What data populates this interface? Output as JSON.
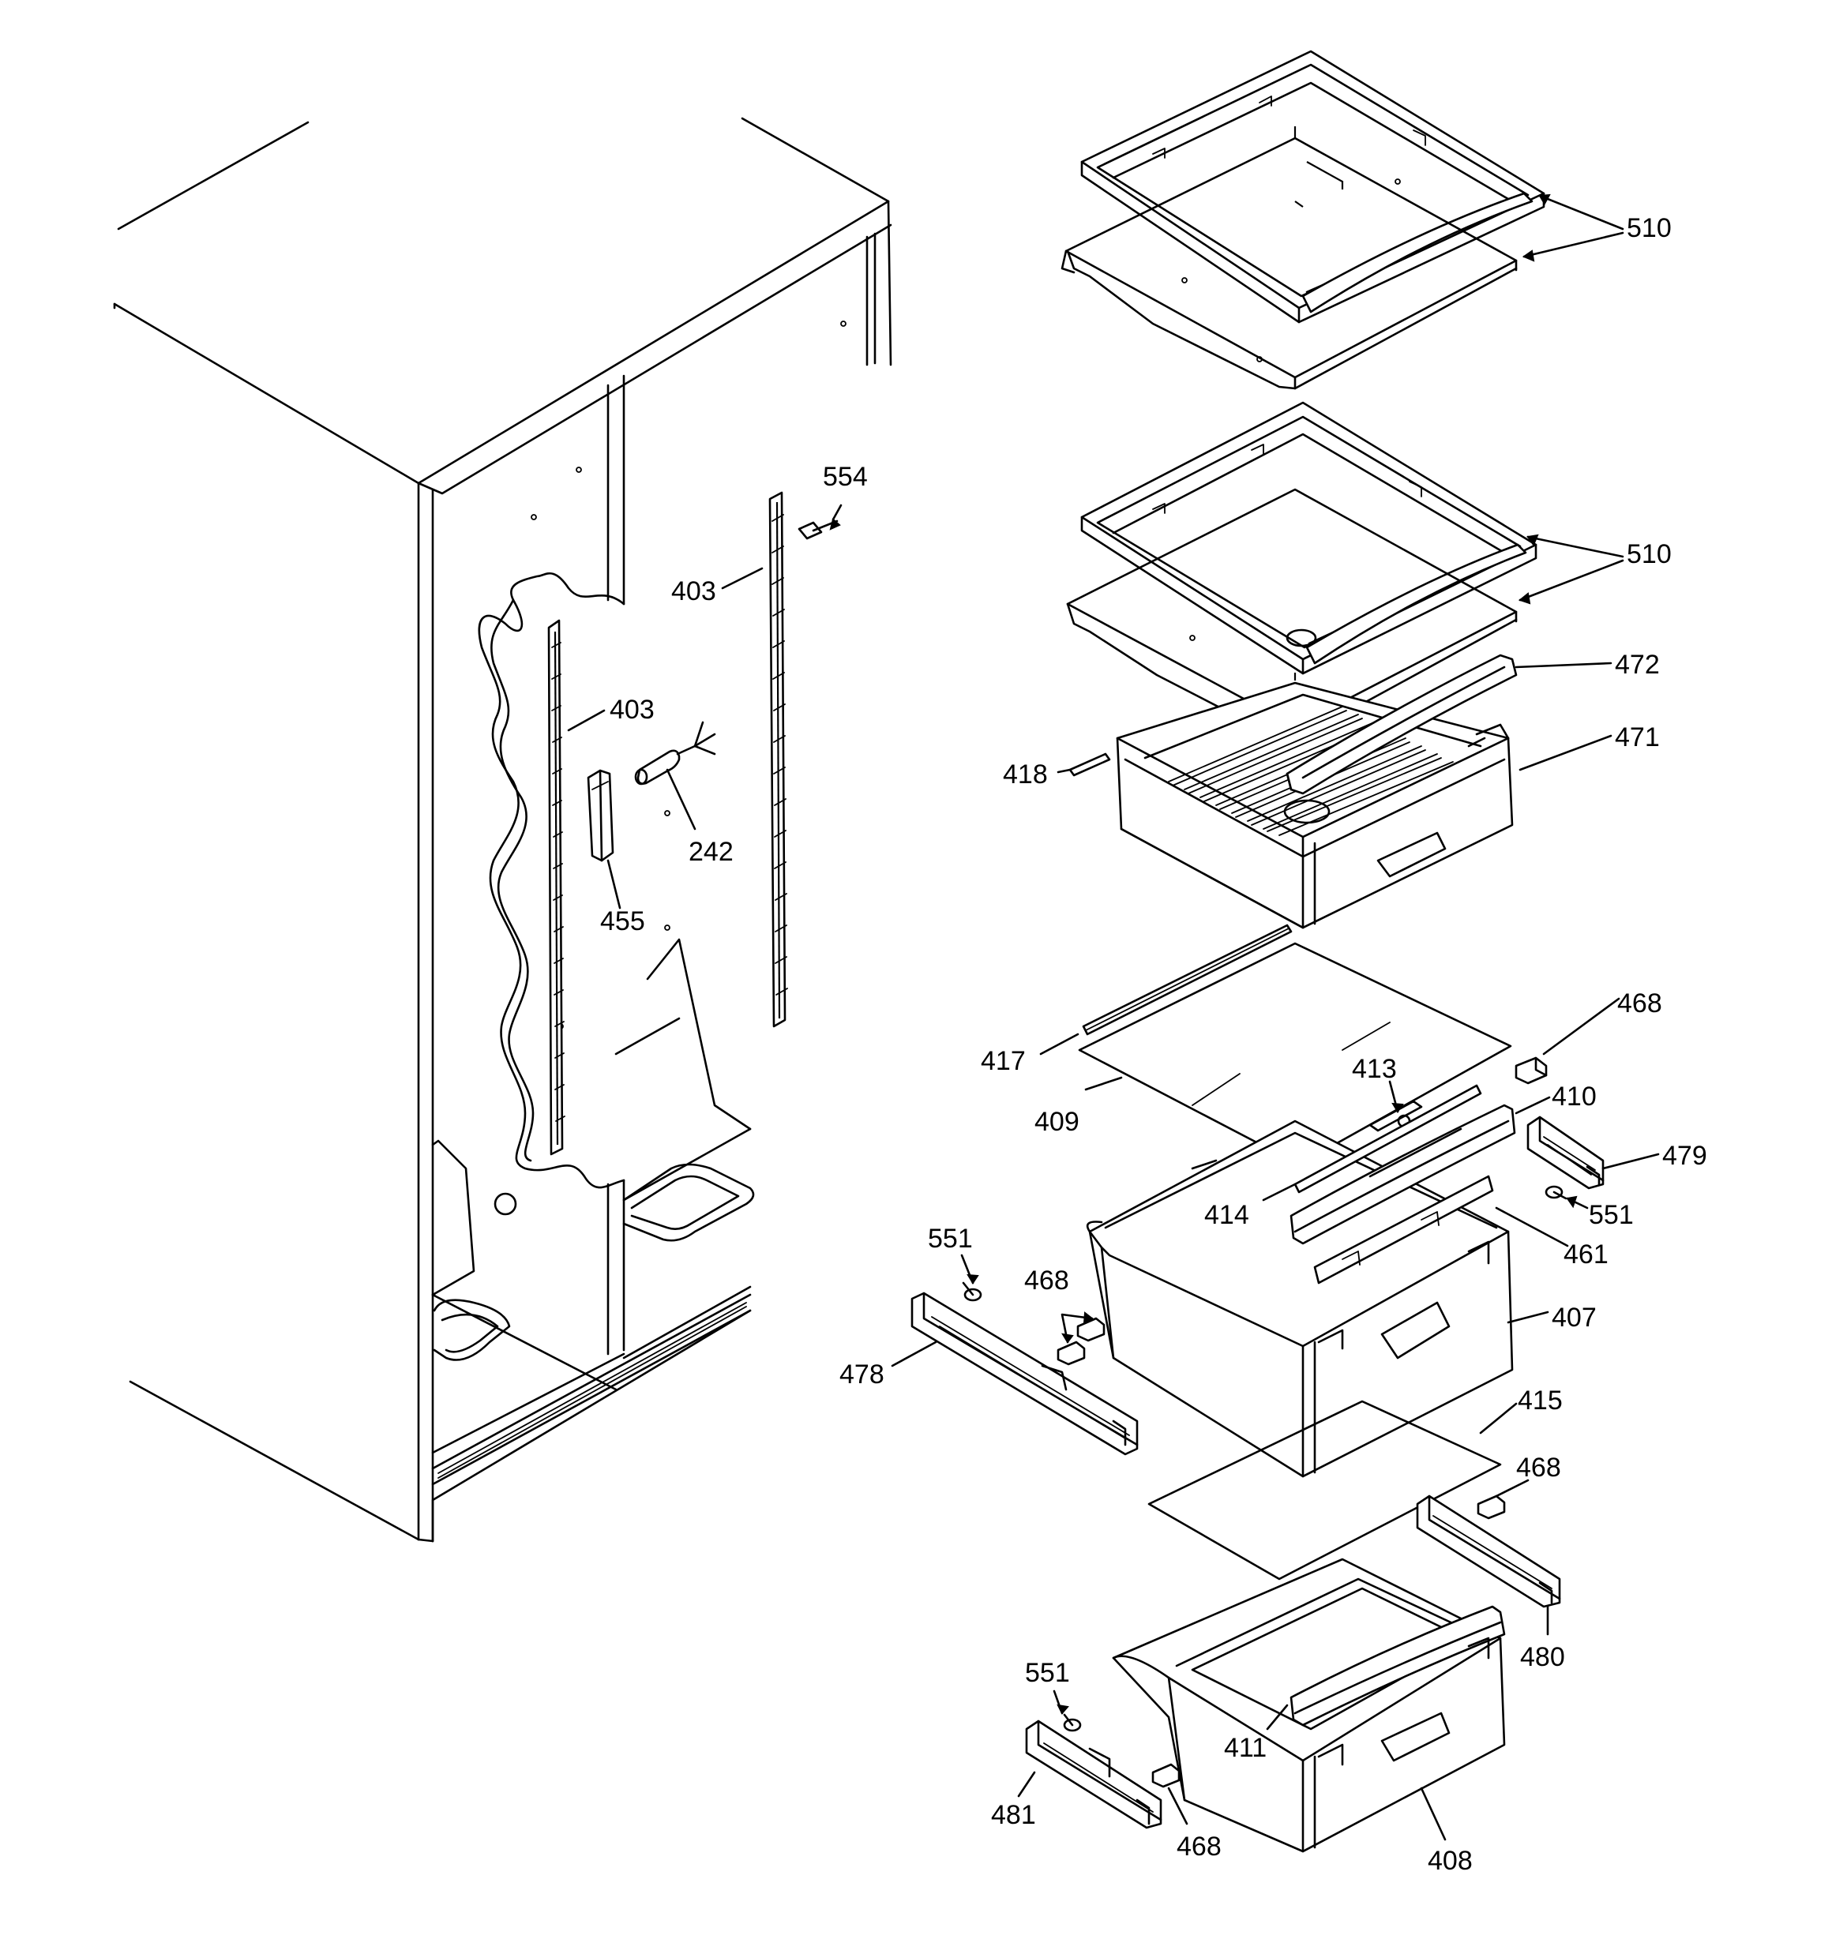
{
  "diagram": {
    "callouts": [
      "510",
      "510",
      "472",
      "471",
      "418",
      "554",
      "403",
      "403",
      "242",
      "455",
      "468",
      "417",
      "413",
      "410",
      "409",
      "479",
      "414",
      "551",
      "461",
      "551",
      "468",
      "407",
      "478",
      "415",
      "468",
      "480",
      "551",
      "411",
      "481",
      "468",
      "408"
    ]
  },
  "colors": {
    "line": "#000000",
    "background": "#ffffff"
  }
}
